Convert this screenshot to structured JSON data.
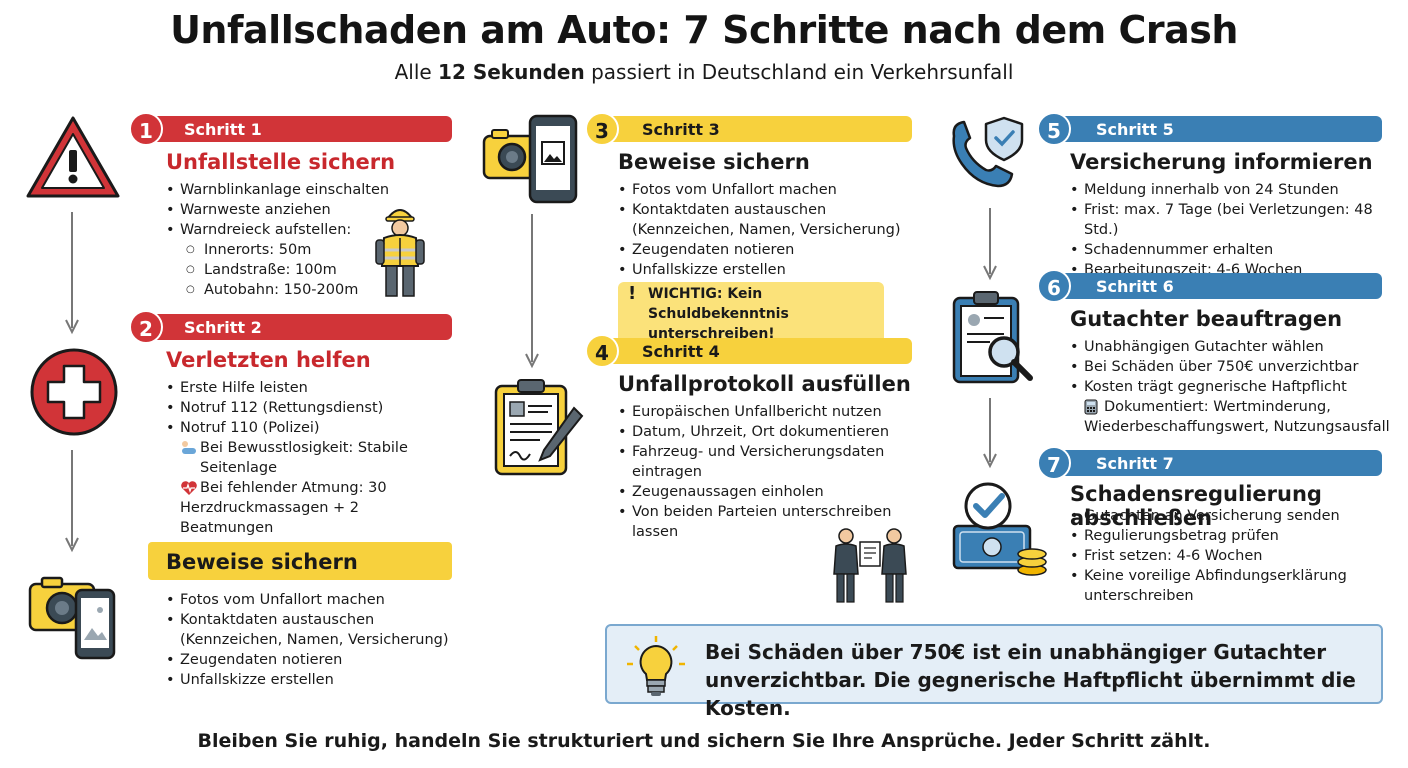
{
  "title": "Unfallschaden am Auto: 7 Schritte nach dem Crash",
  "subtitle": {
    "prefix": "Alle ",
    "bold": "12 Sekunden",
    "suffix": " passiert in Deutschland ein Verkehrsunfall"
  },
  "steps": [
    {
      "number": "1",
      "label": "Schritt 1",
      "heading": "Unfallstelle sichern",
      "items": [
        "Warnblinkanlage einschalten",
        "Warnweste anziehen",
        "Warndreieck aufstellen:"
      ],
      "subitems": [
        "Innerorts: 50m",
        "Landstraße: 100m",
        "Autobahn: 150-200m"
      ]
    },
    {
      "number": "2",
      "label": "Schritt 2",
      "heading": "Verletzten helfen",
      "items": [
        "Erste Hilfe leisten",
        "Notruf 112 (Rettungsdienst)",
        "Notruf 110 (Polizei)"
      ],
      "notes": [
        {
          "icon": "person-recovery-icon",
          "lines": [
            "Bei Bewusstlosigkeit: Stabile",
            "Seitenlage"
          ]
        },
        {
          "icon": "heart-pulse-icon",
          "lines": [
            "Bei fehlender Atmung: 30",
            "Herzdruckmassagen + 2 Beatmungen"
          ]
        }
      ]
    },
    {
      "number": "3",
      "label": "Schritt 3",
      "heading": "Beweise sichern",
      "items": [
        "Fotos vom Unfallort machen",
        "Kontaktdaten austauschen",
        "(Kennzeichen, Namen, Versicherung)",
        "Zeugendaten notieren",
        "Unfallskizze erstellen"
      ],
      "warning": [
        "WICHTIG: Kein Schuldbekenntnis",
        "unterschreiben!"
      ]
    },
    {
      "number": "4",
      "label": "Schritt 4",
      "heading": "Unfallprotokoll ausfüllen",
      "items": [
        "Europäischen Unfallbericht nutzen",
        "Datum, Uhrzeit, Ort dokumentieren",
        "Fahrzeug- und Versicherungsdaten",
        "eintragen",
        "Zeugenaussagen einholen",
        "Von beiden Parteien unterschreiben",
        "lassen"
      ]
    },
    {
      "number": "5",
      "label": "Schritt 5",
      "heading": "Versicherung informieren",
      "items": [
        "Meldung innerhalb von 24 Stunden",
        "Frist: max. 7 Tage (bei Verletzungen: 48 Std.)",
        "Schadennummer erhalten",
        "Bearbeitungszeit: 4-6 Wochen"
      ]
    },
    {
      "number": "6",
      "label": "Schritt 6",
      "heading": "Gutachter beauftragen",
      "items": [
        "Unabhängigen Gutachter wählen",
        "Bei Schäden über 750€ unverzichtbar",
        "Kosten trägt gegnerische Haftpflicht"
      ],
      "note": {
        "icon": "calculator-icon",
        "lines": [
          "Dokumentiert: Wertminderung,",
          "Wiederbeschaffungswert, Nutzungsausfall"
        ]
      }
    },
    {
      "number": "7",
      "label": "Schritt 7",
      "heading": "Schadensregulierung abschließen",
      "items": [
        "Gutachten an Versicherung senden",
        "Regulierungsbetrag prüfen",
        "Frist setzen: 4-6 Wochen",
        "Keine voreilige Abfindungserklärung",
        "unterschreiben"
      ]
    }
  ],
  "extra_panel": {
    "heading": "Beweise sichern",
    "items": [
      "Fotos vom Unfallort machen",
      "Kontaktdaten austauschen",
      "(Kennzeichen, Namen, Versicherung)",
      "Zeugendaten notieren",
      "Unfallskizze erstellen"
    ]
  },
  "tip": {
    "lines": [
      "Bei Schäden über 750€ ist ein unabhängiger Gutachter",
      "unverzichtbar. Die gegnerische Haftpflicht übernimmt die Kosten."
    ]
  },
  "footer": "Bleiben Sie ruhig, handeln Sie strukturiert und sichern Sie Ihre Ansprüche. Jeder Schritt zählt.",
  "colors": {
    "red": "#d13438",
    "yellow": "#f7d13d",
    "blue": "#3a7fb4"
  }
}
